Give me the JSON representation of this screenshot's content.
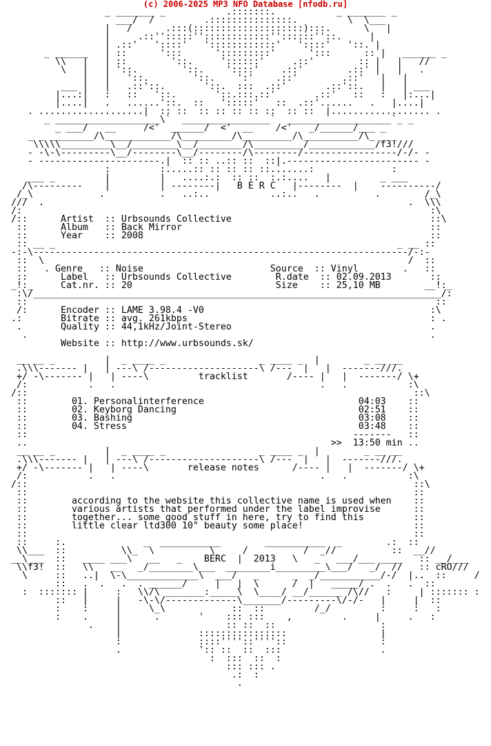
{
  "header": {
    "text": "(c) 2006-2025 MP3 NFO Database [nfodb.ru]",
    "color": "#cc0000"
  },
  "nfo": {
    "text_color": "#000000",
    "background": "#ffffff",
    "lines": [
      "                   _ _______ _           .:::::::.           _ _______ _",
      "                     ___/  /         .:::::::::::::::.         \\  \\___",
      "                   |   /      .:::(::::::::::::::::::::):::.      \\   |",
      "                   |     .::'':::::''::::::::::::''::::::''::.     |",
      "                   | .::'   '::::'   '::::::::::::'   '::::'   '::. |",
      "        _ ______   | ::      ':::      ':::::::::'      ':::      :: |   ______ _",
      "          \\\\   |   | ::        '::.     '::::::'     .::'        :: |   |   //",
      "           \\   |   | '::.        '::.    '::::'    .::'        .::' |   |   .",
      "               |   |   '::.        '::.    ':'    .::'        .::'   |   |",
      "           ___ |   |   .::'::.       '::.  :::  .::'       .::'::.   |   | ___",
      "          |...:|   :   ::   '::.       '::.:::.::'       .::'   ::   :   |:...|",
      "          |....|   .   ......'::.  ::   ':::::'   ::  .::'......   .   |....|",
      "     . ...................|  :: ::  :: :: :: :: ::  :: ::  |.................. .",
      "        _ ___________________\\`  ________________`  ___________________`_ _",
      "          _ ___/   __     /<'  ______/  <'  __    /<'   _/______/___ _",
      "     _ _ ________/\\____________/\\_________/\\_________/\\__________/\\_ _ _",
      "      \\\\\\\\\\_________\\__/________\\__/________/\\_________/____________/f3!///",
      "     - -\\-\\---------\\__/--------\\__/--------/\\--------/-----------------/-/- -",
      "     - ----------------------.|  :: :: ..:: ::  ::|.------------------------ -",
      "                   :         :.....:: :: :: :: ::.......:              :",
      "     ___ _         |         |   ....:.:  :: ::  :.:....   |         _ ___",
      "    /\\---------    |         | --------|   B E R C   |--------  |    ----------/",
      "   /_\\            .          .   ..:..           ..:..   .          .        /_\\",
      "  ///  .                                                                  .  \\\\\\",
      "  /:                                                                          :\\",
      "  /::      Artist  :: Urbsounds Collective                                    ::\\",
      "   ::      Album   :: Back Mirror                                             ::",
      "   ::      Year    :: 2008                                                    ::",
      "   :: __ _                                                              _ __ ::",
      "  -:-\\--------------------------------------------------------------------/-:-",
      "   ::  \\                                                                  /  ::",
      "   ::   . Genre   :: Noise                       Source  :: Vinyl        .   ::",
      "   ::      Label   :: Urbsounds Collective        R.date  :: 02.09.2013       ::",
      "  _!:_     Cat.nr. :: 20                          Size    :: 25,10 MB        __!:_",
      "   :\\/__________________________________________________________________________/:",
      "   ::                                                                          ::",
      "   /:      Encoder :: LAME 3.98.4 -V0                                         :\\",
      "  .:       Bitrate :: avg. 261kbps                                            : .",
      "   .       Quality :: 44,1kHz/Joint-Stereo                                    .",
      "    .                                                                         .",
      "           Website :: http://www.urbsounds.sk/",
      "",
      "   __ __ _         |  _ ____ _                 _ ____ _  |        _ __ __",
      "   .\\\\\\------- |   | ---\\ /--------------------\\ /---  |   |  -------///.",
      "   +/ -\\------- |   | ----\\         tracklist       /---- |   |  -------/ \\+",
      "   /:           .   .                                     .   .           :\\",
      "  /::                                                                      ::\\",
      "   ::        01. Personalinterference                            04:03    ::",
      "   ::        02. Keyborg Dancing                                 02:51    ::",
      "   ::        03. Bashing                                         03:08    ::",
      "   ::        04. Stress                                          03:48    ::",
      "   ::                                                           -------   ::",
      "   ..                                                       >>  13:50 min ..",
      "   __ __ _         |  _ ____ _                 _ ____ _  |        _ __ __",
      "   .\\\\\\------- |   | ---\\ /--------------------\\ /---  |   |  -------///.",
      "   +/ -\\------- |   | ----\\       release notes      /---- |   |  -------/ \\+",
      "   /:           .   .                                     .   .           :\\",
      "  /::                                                                      ::\\",
      "   ::                                                                      ::",
      "   ::        according to the website this collective name is used when    ::",
      "   ::        various artists that performed under the label improvise      ::",
      "   ::        together... some good stuff in here, try to find this         ::",
      "   ::        little clear ltd300 10\" beauty some place!                    ::",
      "   ::                                                                      ::",
      "   ::     :.              _  ___________        ___________  _        .:  ::",
      "   \\\\___  ::          \\\\_  \\          \\     /          /  _//          ::  __//",
      "  __\\___  ::   ____ ___\\   __   _    BERC  |  2013   \\   _   ___/___ ____   :: __/___",
      "   \\\\f3!  ::   \\\\   __   _/________\\___  ________i_________\\___/   _/  //   :: cRO///",
      "    \\     ::   ..|  \\-\\_____________\\  ___/   _      _  _/___________/-/  |..  ::     /",
      "          ::   .  .   .  . ______/     |   |  \\      /  |   _____/ .  .   .  ::",
      "    :  ::::::: |     :   \\\\/\\ _______:_____\\  \\____/ __/______ /\\//   :     | ::::::: :",
      "          ::   |     |   -\\-\\/-------------\\_______/---------\\/-/-   |     |  ::",
      "          :    :     |     \\_\\            ::  ::         /_/         :     :   :",
      "          :    .     |      .       '    ::: :::    ,         .     |     .   :",
      "                .    |                   :: ::  ::                   :",
      "                     |              ::::::::::::::::                 |",
      "                     :              ::::''''::''''::                 :",
      "                     .              ':: ::  ::  :::                  .",
      "                                      :  :::  ::  :",
      "                                         ::: ::: .",
      "                                          .:  :",
      "                                           ."
    ]
  }
}
